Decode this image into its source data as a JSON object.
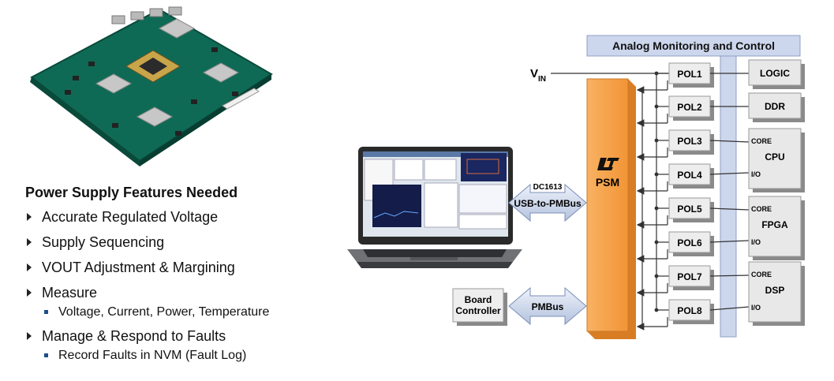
{
  "features": {
    "heading": "Power Supply Features Needed",
    "items": [
      {
        "label": "Accurate Regulated Voltage",
        "sub": []
      },
      {
        "label": "Supply Sequencing",
        "sub": []
      },
      {
        "label": "VOUT Adjustment & Margining",
        "sub": []
      },
      {
        "label": "Measure",
        "sub": [
          "Voltage, Current, Power, Temperature"
        ]
      },
      {
        "label": "Manage & Respond to Faults",
        "sub": [
          "Record Faults in NVM (Fault Log)"
        ]
      }
    ]
  },
  "diagram": {
    "monitor_title": "Analog Monitoring and Control",
    "vin_label": "V",
    "vin_sub": "IN",
    "psm_label": "PSM",
    "usb_top": "DC1613",
    "usb_label": "USB-to-PMBus",
    "pmbus_label": "PMBus",
    "board_controller": [
      "Board",
      "Controller"
    ],
    "pols": [
      "POL1",
      "POL2",
      "POL3",
      "POL4",
      "POL5",
      "POL6",
      "POL7",
      "POL8"
    ],
    "loads": {
      "logic": "LOGIC",
      "ddr": "DDR",
      "cpu": "CPU",
      "fpga": "FPGA",
      "dsp": "DSP",
      "core": "CORE",
      "io": "I/O"
    }
  },
  "colors": {
    "psm_fill": "#f6a04a",
    "monitor_band": "#c9d3ea",
    "arrow_fill": "#cdd8ec",
    "box_gray": "#e6e6e6"
  }
}
